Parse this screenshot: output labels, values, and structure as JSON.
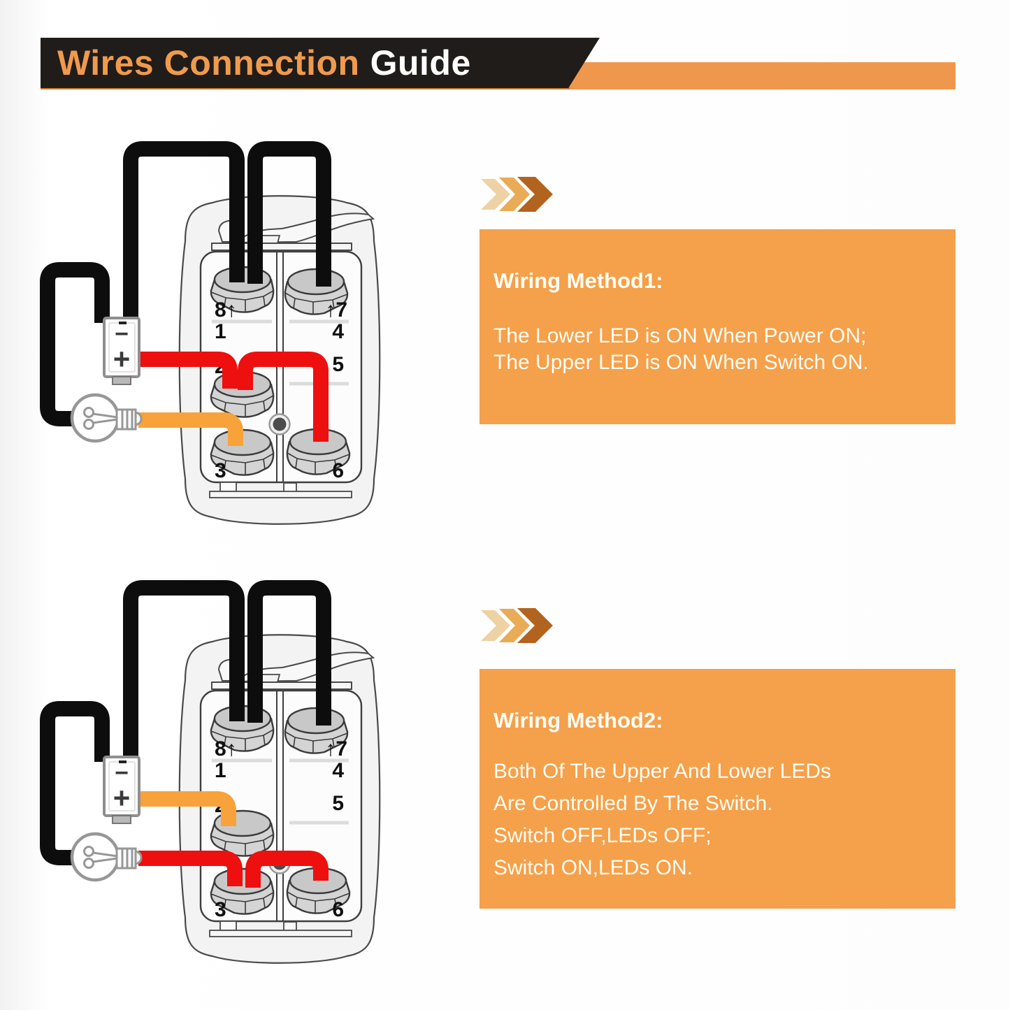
{
  "banner": {
    "highlight": "Wires Connection",
    "rest": "Guide"
  },
  "colors": {
    "banner_bg": "#201c1a",
    "banner_text_accent": "#ef9a4d",
    "banner_underline": "#c87a33",
    "accent_strip": "#f0974e",
    "callout_bg": "#f5a04b",
    "callout_text": "#fffdf4",
    "chevron_light": "#eed2a4",
    "chevron_mid": "#e9ab55",
    "chevron_dark": "#b2641f",
    "wire_black": "#0d0d0d",
    "wire_red": "#ee0f0f",
    "wire_orange": "#f8a23c"
  },
  "methods": [
    {
      "title": "Wiring Method1:",
      "lines": [
        "The Lower LED is ON When Power ON;",
        "The Upper LED is ON When Switch ON."
      ]
    },
    {
      "title": "Wiring Method2:",
      "lines": [
        "Both Of The Upper And Lower LEDs",
        "Are Controlled By The Switch.",
        "Switch OFF,LEDs OFF;",
        "Switch ON,LEDs ON."
      ]
    }
  ],
  "diagram": {
    "terminal_labels": {
      "t8": "8↑",
      "t1": "1",
      "t7": "↑7",
      "t4": "4",
      "t2": "2",
      "t5": "5",
      "t3": "3",
      "t6": "6"
    },
    "battery": {
      "minus": "−",
      "plus": "+"
    }
  },
  "diagrams": [
    {
      "name": "wiring-method-1",
      "wires": [
        {
          "color": "black",
          "from": "battery-negative",
          "to": "terminal-8"
        },
        {
          "color": "black",
          "from": "terminal-8",
          "to": "terminal-7"
        },
        {
          "color": "black",
          "from": "battery-negative",
          "to": "bulb"
        },
        {
          "color": "red",
          "from": "battery-positive",
          "to": "terminal-2"
        },
        {
          "color": "red",
          "from": "terminal-2",
          "to": "terminal-6"
        },
        {
          "color": "orange",
          "from": "bulb",
          "to": "terminal-3"
        }
      ]
    },
    {
      "name": "wiring-method-2",
      "wires": [
        {
          "color": "black",
          "from": "battery-negative",
          "to": "terminal-8"
        },
        {
          "color": "black",
          "from": "terminal-8",
          "to": "terminal-7"
        },
        {
          "color": "black",
          "from": "battery-negative",
          "to": "bulb"
        },
        {
          "color": "orange",
          "from": "battery-positive",
          "to": "terminal-2"
        },
        {
          "color": "red",
          "from": "bulb",
          "to": "terminal-3"
        },
        {
          "color": "red",
          "from": "terminal-3",
          "to": "terminal-6"
        }
      ]
    }
  ]
}
